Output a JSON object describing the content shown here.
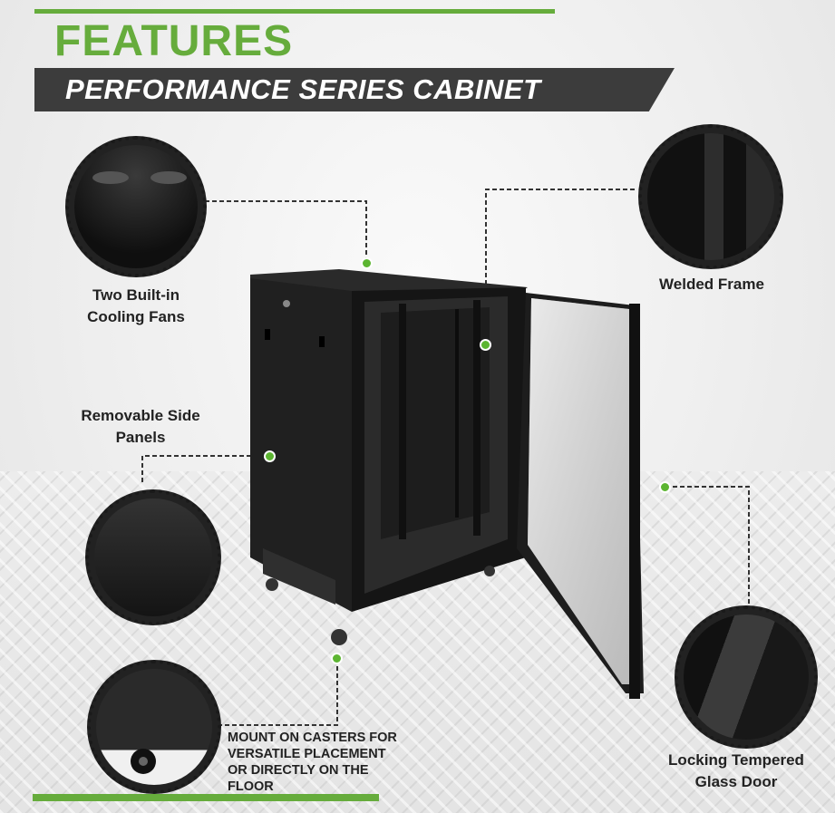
{
  "header": {
    "title": "FEATURES",
    "subtitle": "PERFORMANCE SERIES CABINET"
  },
  "callouts": {
    "fans": {
      "line1": "Two Built-in",
      "line2": "Cooling Fans"
    },
    "frame": {
      "line1": "Welded Frame"
    },
    "panels": {
      "line1": "Removable Side",
      "line2": "Panels"
    },
    "casters": {
      "line1": "MOUNT ON CASTERS FOR",
      "line2": "VERSATILE PLACEMENT",
      "line3": "OR DIRECTLY ON THE",
      "line4": "FLOOR"
    },
    "door": {
      "line1": "Locking Tempered",
      "line2": "Glass Door"
    }
  },
  "colors": {
    "accent": "#66ac3c",
    "banner": "#3c3c3c",
    "cabinet": "#1c1c1c"
  },
  "icons": [
    "cooling-fan-icon",
    "lock-icon",
    "caster-wheel-icon"
  ]
}
